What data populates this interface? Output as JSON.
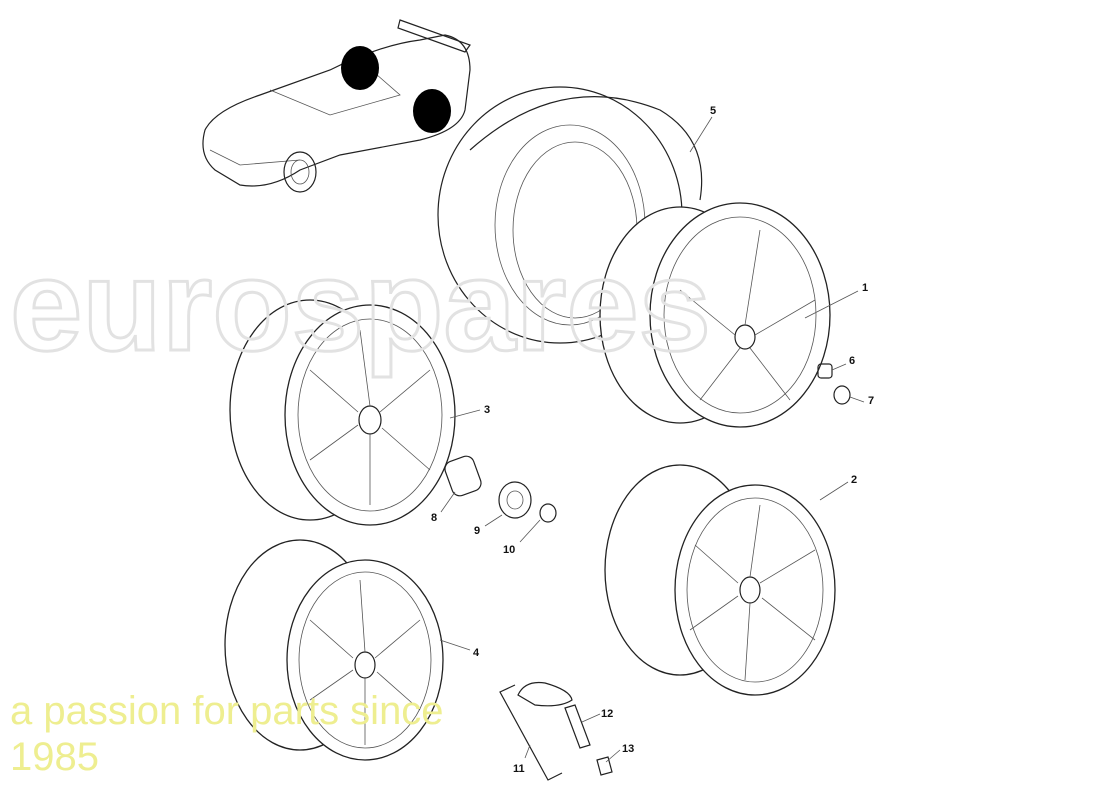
{
  "diagram": {
    "callouts": [
      "1",
      "2",
      "3",
      "4",
      "5",
      "6",
      "7",
      "8",
      "9",
      "10",
      "11",
      "12",
      "13"
    ]
  },
  "watermark": {
    "brand": "eurospares",
    "tagline": "a passion for parts since 1985"
  }
}
